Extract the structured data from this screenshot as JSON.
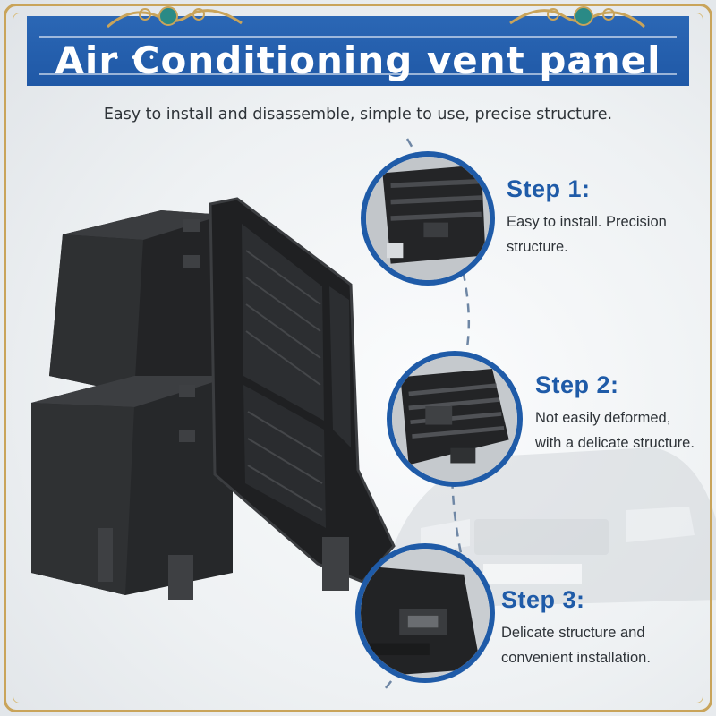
{
  "header": {
    "title": "Air Conditioning vent panel"
  },
  "subtitle": "Easy to install and disassemble, simple to use, precise structure.",
  "steps": [
    {
      "title": "Step 1:",
      "description": "Easy to install. Precision structure."
    },
    {
      "title": "Step 2:",
      "description": "Not easily deformed, with a delicate structure."
    },
    {
      "title": "Step 3:",
      "description": "Delicate structure and convenient installation."
    }
  ],
  "colors": {
    "brand_blue": "#1f5ba8",
    "frame_gold": "#c9a45a",
    "product_black": "#2a2b2d"
  },
  "icons": [
    "ornament-scroll-icon",
    "dot-divider-icon"
  ]
}
